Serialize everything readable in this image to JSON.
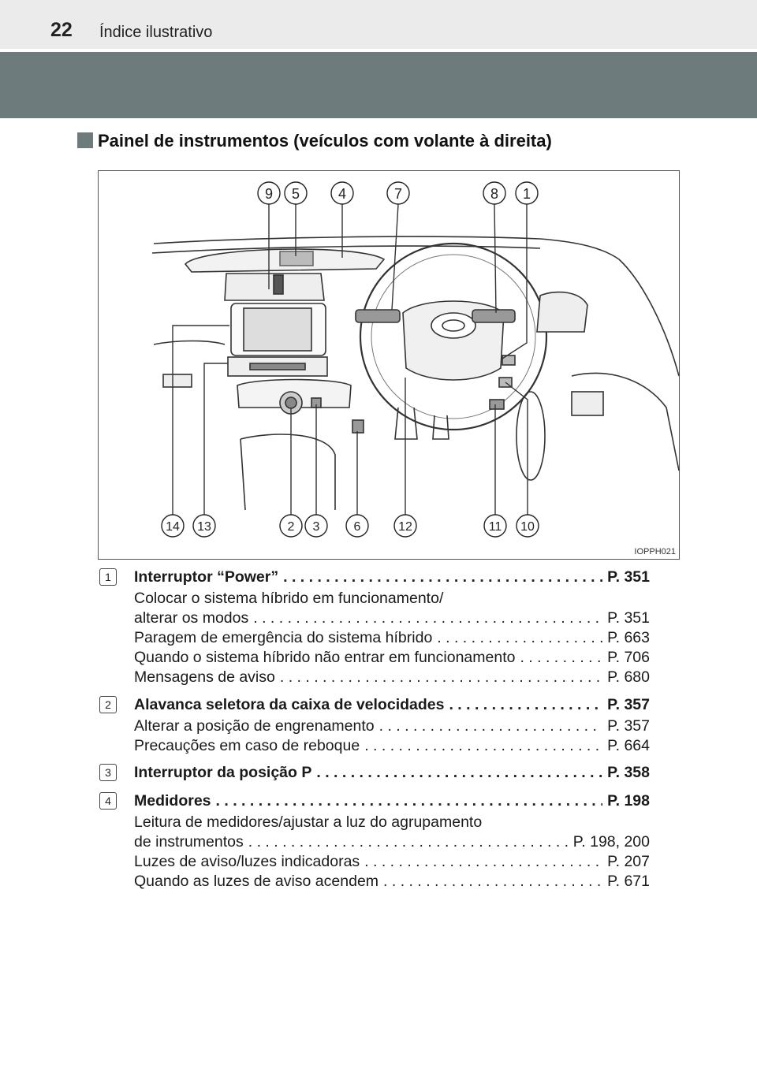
{
  "header": {
    "page_number": "22",
    "title": "Índice ilustrativo"
  },
  "section": {
    "title": "Painel de instrumentos (veículos com volante à direita)"
  },
  "figure": {
    "id": "IOPPH021",
    "top_callouts": [
      "9",
      "5",
      "4",
      "7",
      "8",
      "1"
    ],
    "bottom_callouts": [
      "14",
      "13",
      "2",
      "3",
      "6",
      "12",
      "11",
      "10"
    ]
  },
  "entries": [
    {
      "number": "1",
      "title": "Interruptor “Power”",
      "ref": "P. 351",
      "items": [
        {
          "text": "Colocar o sistema híbrido em funcionamento/",
          "ref": ""
        },
        {
          "text": "alterar os modos",
          "ref": "P. 351"
        },
        {
          "text": "Paragem de emergência do sistema híbrido",
          "ref": "P. 663"
        },
        {
          "text": "Quando o sistema híbrido não entrar em funcionamento",
          "ref": "P. 706"
        },
        {
          "text": "Mensagens de aviso",
          "ref": "P. 680"
        }
      ]
    },
    {
      "number": "2",
      "title": "Alavanca seletora da caixa de velocidades",
      "ref": "P. 357",
      "items": [
        {
          "text": "Alterar a posição de engrenamento",
          "ref": "P. 357"
        },
        {
          "text": "Precauções em caso de reboque",
          "ref": "P. 664"
        }
      ]
    },
    {
      "number": "3",
      "title": "Interruptor da posição P",
      "ref": "P. 358",
      "items": []
    },
    {
      "number": "4",
      "title": "Medidores",
      "ref": "P. 198",
      "items": [
        {
          "text": "Leitura de medidores/ajustar a luz do agrupamento",
          "ref": ""
        },
        {
          "text": "de instrumentos",
          "ref": "P. 198, 200"
        },
        {
          "text": "Luzes de aviso/luzes indicadoras",
          "ref": "P. 207"
        },
        {
          "text": "Quando as luzes de aviso acendem",
          "ref": "P. 671"
        }
      ]
    }
  ]
}
